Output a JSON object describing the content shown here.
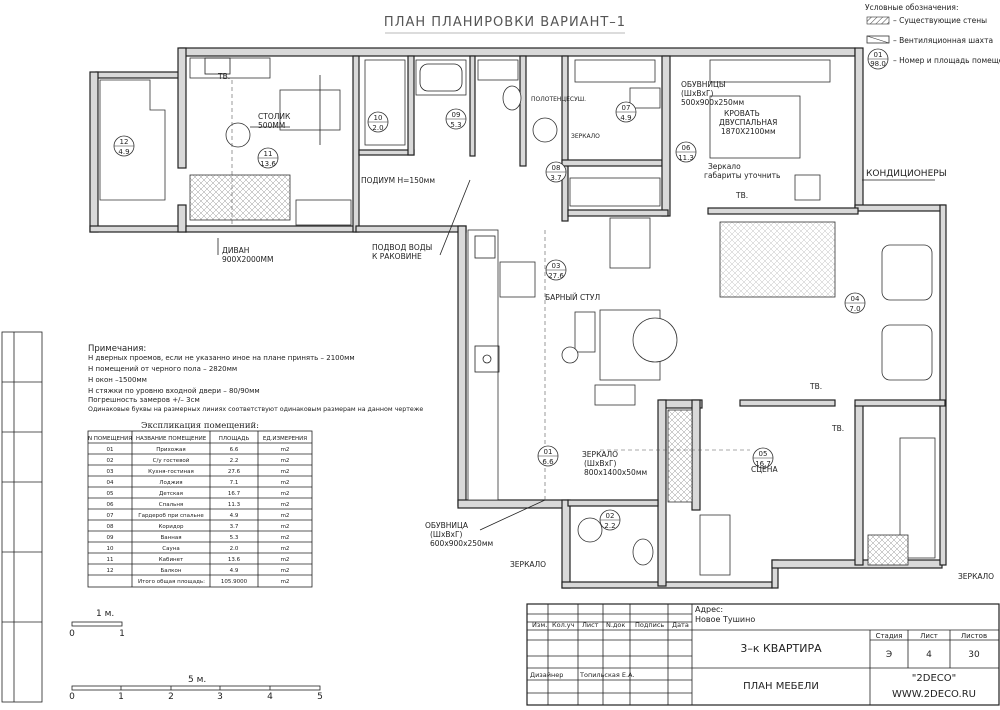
{
  "title": "ПЛАН ПЛАНИРОВКИ ВАРИАНТ–1",
  "legend": {
    "heading": "Условные обозначения:",
    "items": [
      {
        "label": "– Существующие стены"
      },
      {
        "label": "– Вентиляционная шахта"
      },
      {
        "label": "– Номер и площадь помещения"
      }
    ],
    "sample_number": "01",
    "sample_area": "98.0"
  },
  "rooms": [
    {
      "num": "01",
      "area": "6.6"
    },
    {
      "num": "02",
      "area": "2.2"
    },
    {
      "num": "03",
      "area": "27.6"
    },
    {
      "num": "04",
      "area": "7.0"
    },
    {
      "num": "05",
      "area": "16.7"
    },
    {
      "num": "06",
      "area": "11.3"
    },
    {
      "num": "07",
      "area": "4.9"
    },
    {
      "num": "08",
      "area": "3.7"
    },
    {
      "num": "09",
      "area": "5.3"
    },
    {
      "num": "10",
      "area": "2.0"
    },
    {
      "num": "11",
      "area": "13.6"
    },
    {
      "num": "12",
      "area": "4.9"
    }
  ],
  "labels": {
    "tv": "ТВ.",
    "stolik": "СТОЛИК",
    "stolik_size": "500ММ",
    "divan": "ДИВАН",
    "divan_size": "900Х2000ММ",
    "podium": "ПОДИУМ Н=150мм",
    "podvod1": "ПОДВОД ВОДЫ",
    "podvod2": "К РАКОВИНЕ",
    "polotencesushitel": "ПОЛОТЕНЦЕСУШ.",
    "zerkalo": "ЗЕРКАЛО",
    "obuvnicy1": "ОБУВНИЦЫ",
    "obuvnicy2": "(ШхВхГ)",
    "obuvnicy3": "500х900х250мм",
    "krovat1": "КРОВАТЬ",
    "krovat2": "ДВУСПАЛЬНАЯ",
    "krovat3": "1870Х2100мм",
    "zerkalo_gab1": "Зеркало",
    "zerkalo_gab2": "габариты уточнить",
    "kondicionery": "КОНДИЦИОНЕРЫ",
    "barny_stul": "БАРНЫЙ СТУЛ",
    "zerkalo_hall1": "ЗЕРКАЛО",
    "zerkalo_hall2": "(ШхВхГ)",
    "zerkalo_hall3": "800х1400х50мм",
    "obuvnica1": "ОБУВНИЦА",
    "obuvnica2": "(ШхВхГ)",
    "obuvnica3": "600х900х250мм",
    "scena": "СЦЕНА",
    "zerkalo_right": "ЗЕРКАЛО",
    "zerkalo_bath": "ЗЕРКАЛО"
  },
  "notes": {
    "heading": "Примечания:",
    "lines": [
      "Н дверных проемов, если не указанно иное на плане принять – 2100мм",
      "Н помещений от черного пола – 2820мм",
      "Н окон –1500мм",
      "Н стяжки по уровню входной двери – 80/90мм",
      "Погрешность замеров +/– 3см",
      "Одинаковые буквы на размерных линиях соответствуют одинаковым размерам на данном чертеже"
    ]
  },
  "explication": {
    "title": "Экспликация помещений:",
    "headers": [
      "N ПОМЕЩЕНИЯ",
      "НАЗВАНИЕ ПОМЕЩЕНИЕ",
      "ПЛОЩАДЬ",
      "ЕД.ИЗМЕРЕНИЯ"
    ],
    "rows": [
      [
        "01",
        "Прихожая",
        "6.6",
        "m2"
      ],
      [
        "02",
        "С/у гостевой",
        "2.2",
        "m2"
      ],
      [
        "03",
        "Кухня-гостиная",
        "27.6",
        "m2"
      ],
      [
        "04",
        "Лоджия",
        "7.1",
        "m2"
      ],
      [
        "05",
        "Детская",
        "16.7",
        "m2"
      ],
      [
        "06",
        "Спальня",
        "11.3",
        "m2"
      ],
      [
        "07",
        "Гардероб при спальне",
        "4.9",
        "m2"
      ],
      [
        "08",
        "Коридор",
        "3.7",
        "m2"
      ],
      [
        "09",
        "Ванная",
        "5.3",
        "m2"
      ],
      [
        "10",
        "Сауна",
        "2.0",
        "m2"
      ],
      [
        "11",
        "Кабинет",
        "13.6",
        "m2"
      ],
      [
        "12",
        "Балкон",
        "4.9",
        "m2"
      ]
    ],
    "total_label": "Итого общая площадь:",
    "total_value": "105.9000",
    "total_unit": "m2"
  },
  "scale_small": {
    "label": "1 м.",
    "start": "0",
    "end": "1"
  },
  "scale_big": {
    "label": "5 м.",
    "ticks": [
      "0",
      "1",
      "2",
      "3",
      "4",
      "5"
    ]
  },
  "title_block": {
    "headers": [
      "Изм.",
      "Кол.уч",
      "Лист",
      "N.док",
      "Подпись",
      "Дата"
    ],
    "address_label": "Адрес:",
    "address": "Новое Тушино",
    "project": "3–к КВАРТИРА",
    "stage_h": "Стадия",
    "sheet_h": "Лист",
    "sheets_h": "Листов",
    "stage": "Э",
    "sheet": "4",
    "sheets": "30",
    "designer_label": "Дизайнер",
    "designer": "Топильская Е.А.",
    "drawing": "ПЛАН МЕБЕЛИ",
    "company": "\"2DECO\"",
    "website": "WWW.2DECO.RU"
  }
}
